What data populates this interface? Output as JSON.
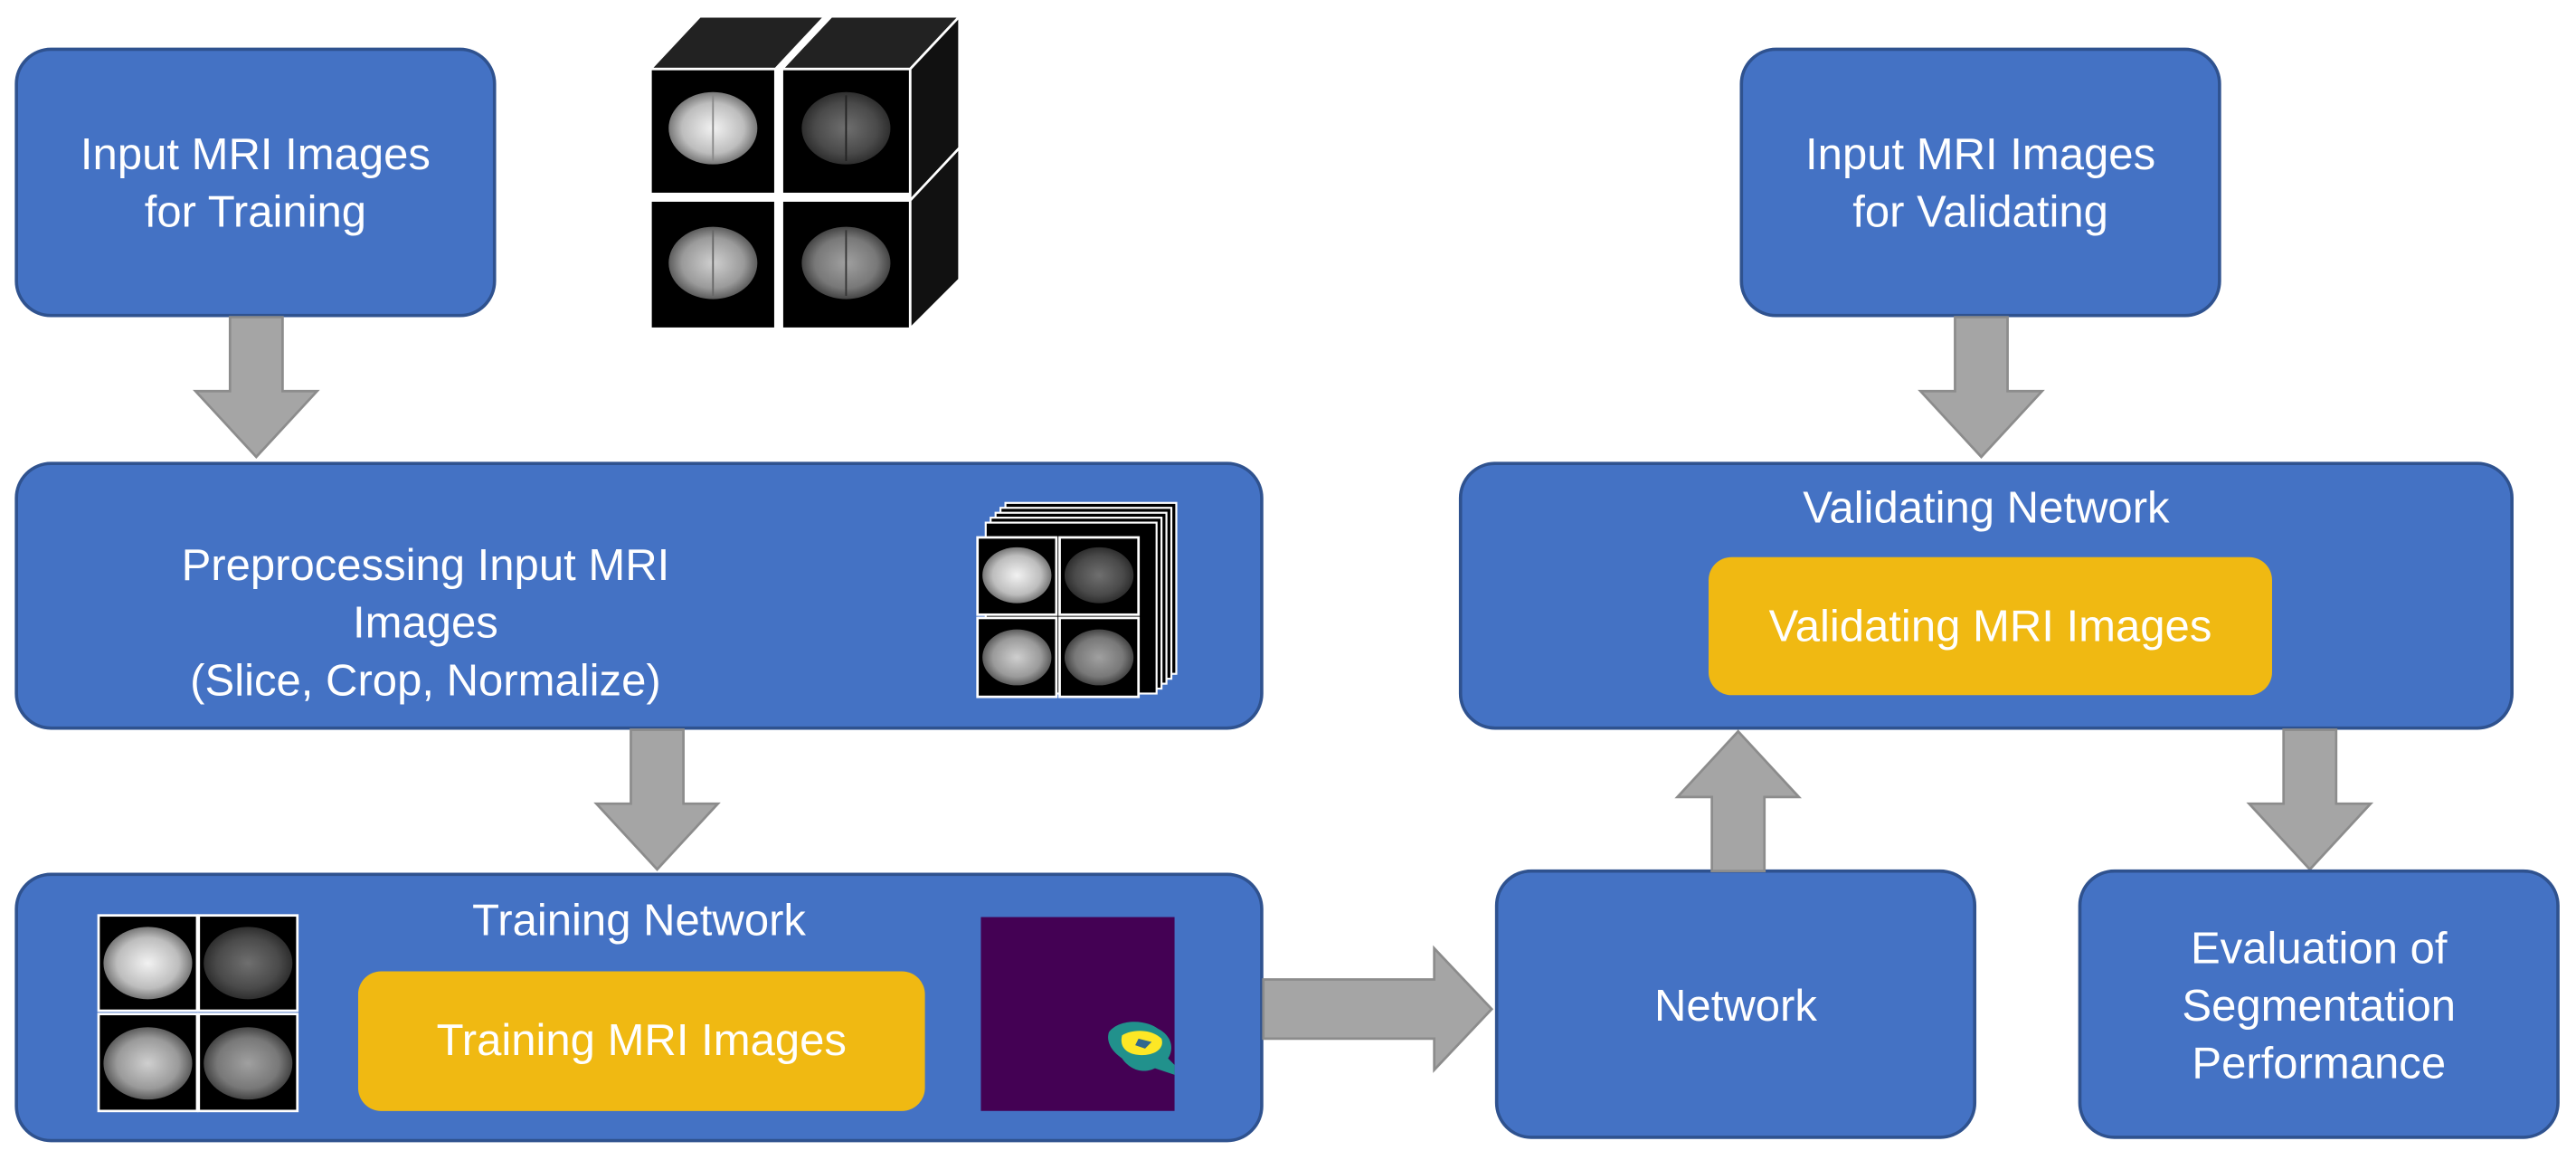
{
  "train_input": {
    "lines": [
      "Input MRI Images",
      "for Training"
    ]
  },
  "preprocess": {
    "lines": [
      "Preprocessing Input MRI Images",
      "(Slice, Crop, Normalize)"
    ]
  },
  "training": {
    "title": "Training Network",
    "inner": "Training MRI Images"
  },
  "network": {
    "label": "Network"
  },
  "valid_input": {
    "lines": [
      "Input MRI Images",
      "for Validating"
    ]
  },
  "validating": {
    "title": "Validating Network",
    "inner": "Validating MRI Images"
  },
  "evaluation": {
    "lines": [
      "Evaluation of",
      "Segmentation",
      "Performance"
    ]
  },
  "colors": {
    "box": "#4472c4",
    "box_border": "#2f528f",
    "inner": "#f0b912",
    "arrow": "#a5a5a5",
    "segmap_bg": "#440154",
    "segmap_teal": "#21918c",
    "segmap_yellow": "#fde725"
  },
  "icons": {
    "mri_volume_cubes": "mri-volume-cubes-icon",
    "mri_slice_stack": "mri-slice-stack-icon",
    "mri_grid": "mri-modalities-grid-icon",
    "segmentation_mask": "segmentation-mask-icon"
  }
}
